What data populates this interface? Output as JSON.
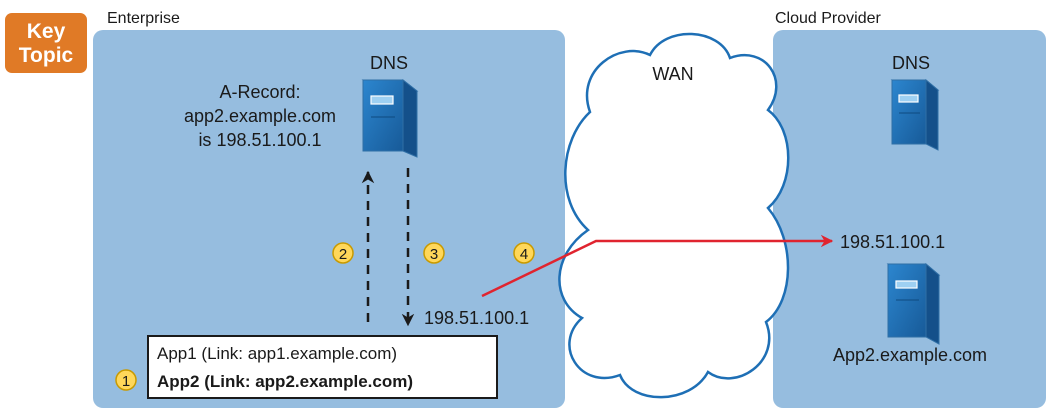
{
  "badge": {
    "line1": "Key",
    "line2": "Topic"
  },
  "enterprise": {
    "title": "Enterprise",
    "dns_label": "DNS",
    "a_record": [
      "A-Record:",
      "app2.example.com",
      "is 198.51.100.1"
    ],
    "app_box": {
      "app1_line": "App1 (Link: app1.example.com)",
      "app2_line": "App2 (Link: app2.example.com)"
    },
    "response_ip": "198.51.100.1"
  },
  "wan": {
    "label": "WAN"
  },
  "cloud": {
    "title": "Cloud Provider",
    "dns_label": "DNS",
    "target_ip": "198.51.100.1",
    "server_label": "App2.example.com"
  },
  "steps": [
    "1",
    "2",
    "3",
    "4"
  ],
  "colors": {
    "region_fill": "#96BDDF",
    "server_blue": "#1E6FB5",
    "server_light": "#8EC2EA",
    "step_fill": "#FFD75A",
    "step_stroke": "#C99A00",
    "flow_red": "#E0242F",
    "badge_orange": "#E07A26"
  }
}
